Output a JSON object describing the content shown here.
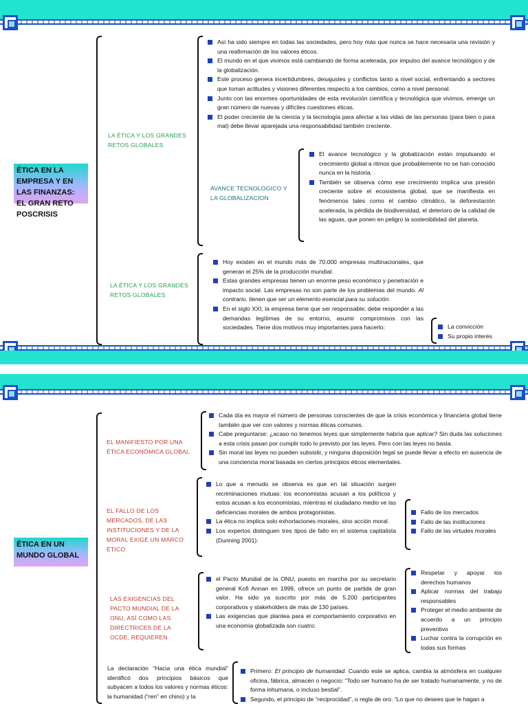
{
  "page1": {
    "title": "ÉTICA EN LA EMPRESA Y EN LAS FINANZAS: EL GRAN RETO POSCRISIS",
    "branch1_label": "LA ÉTICA Y LOS GRANDES RETOS GLOBALES",
    "branch1_items": [
      "Así ha sido siempre en todas las sociedades, pero hoy más que nunca se hace necesaria una revisión y una reafirmación de los valores éticos.",
      "El mundo en el que vivimos está cambiando de forma acelerada, por impulso del avance tecnológico y de la globalización.",
      "Este proceso genera incertidumbres, desajustes y conflictos tanto a nivel social, enfrentando a sectores que toman actitudes y visiones diferentes respecto a los cambios, como a nivel personal.",
      "Junto con las enormes oportunidades de esta revolución científica y tecnológica que vivimos, emerge un gran número de nuevas y difíciles cuestiones éticas.",
      "El poder creciente de la ciencia y la tecnología para afectar a las vidas de las personas (para bien o para mal) debe llevar aparejada una responsabilidad también creciente."
    ],
    "sub_label": "AVANCE TECNOLOGICO Y LA GLOBALIZACION",
    "sub_items": [
      "El avance tecnológico y la globalización están impulsando el crecimiento global a ritmos que probablemente no se han conocido nunca en la historia.",
      "También se observa cómo ese crecimiento implica una presión creciente sobre el ecosistema global, que se manifiesta en fenómenos tales como el cambio climático, la deforestación acelerada, la pérdida de biodiversidad, el deterioro de la calidad de las aguas, que ponen en peligro la sostenibilidad del planeta."
    ],
    "branch2_label": "LA ÉTICA Y LOS GRANDES RETOS GLOBALES",
    "branch2_items": [
      "Hoy existen en el mundo más de 70.000 empresas multinacionales, que generan el 25% de la producción mundial.",
      "Estas grandes empresas tienen un enorme peso económico y penetración e impacto social. Las empresas no son parte de los problemas del mundo.",
      "En el siglo XXI, la empresa tiene que ser responsable; debe responder a las demandas legítimas de su entorno, asumir compromisos con las sociedades. Tiene dos motivos muy importantes para hacerlo:"
    ],
    "branch2_italic": "Al contrario, tienen que ser un elemento esencial para su solución.",
    "motives": [
      "La convicción",
      "Su propio interés"
    ]
  },
  "page2": {
    "title": "ÉTICA EN UN MUNDO GLOBAL",
    "b1_label": "EL MANIFIESTO POR UNA ÉTICA ECONÓMICA GLOBAL",
    "b1_items": [
      "Cada día es mayor el número de personas conscientes de que la crisis económica y financiera global tiene también que ver con valores y normas éticas comunes.",
      "Cabe preguntarse: ¿acaso no tenemos leyes que simplemente habría que aplicar? Sin duda las soluciones a esta crisis pasan por cumplir todo lo previsto por las leyes. Pero con las leyes no basta.",
      "Sin moral las leyes no pueden subsistir, y ninguna disposición legal se puede llevar a efecto en ausencia de una conciencia moral basada en ciertos principios éticos elementales."
    ],
    "b2_label": "EL FALLO DE LOS MERCADOS, DE LAS INSTITUCIONES Y DE LA MORAL EXIGE UN MARCO ÉTICO",
    "b2_items": [
      "Lo que a menudo se observa es que en tal situación surgen recriminaciones mutuas: los economistas acusan a los políticos y estos acusan a los economistas, mientras el ciudadano medio ve las deficiencias morales de ambos protagonistas.",
      "La ética no implica solo exhortaciones morales, sino acción moral.",
      "Los expertos distinguen tres tipos de fallo en el sistema capitalista (Dunning 2001):"
    ],
    "fallos": [
      "Fallo de los mercados",
      "Fallo de las instituciones",
      "Fallo de las virtudes morales"
    ],
    "b3_label": "LAS EXIGENCIAS DEL PACTO MUNDIAL DE LA ONU, ASÍ COMO LAS DIRECTRICES DE LA OCDE, REQUIEREN",
    "b3_items": [
      "el Pacto Mundial de la ONU, puesto en marcha por su secretario general Kofi Annan en 1999, ofrece un punto de partida de gran valor. Ha sido ya suscrito por más de 5.200 participantes corporativos y stakeholders de más de 130 países.",
      "Las exigencias que plantea para el comportamiento corporativo en una economía globalizada son cuatro:"
    ],
    "exigencias": [
      "Respetar y apoyar los derechos humanos",
      "Aplicar normas del trabajo responsables",
      "Proteger el medio ambiente de acuerdo a un principio preventivo",
      "Luchar contra la corrupción en todas sus formas"
    ],
    "b4_text": "La declaración “Hacia una ética mundial” identificó dos principios básicos que subyacen a todos los valores y normas éticos: la humanidad (“ren” en chino) y la",
    "b4_item1_lead": "Primero:",
    "b4_item1_italic": "El principio de humanidad.",
    "b4_item1_rest": "Cuando este se aplica, cambia la atmósfera en cualquier oficina, fábrica, almacén o negocio: “Todo ser humano ha de ser tratado humanamente, y no de forma inhumana, o incluso bestial”.",
    "b4_item2": "Segundo, el principio de “reciprocidad”, o regla de oro. “Lo que no desees que te hagan a"
  }
}
